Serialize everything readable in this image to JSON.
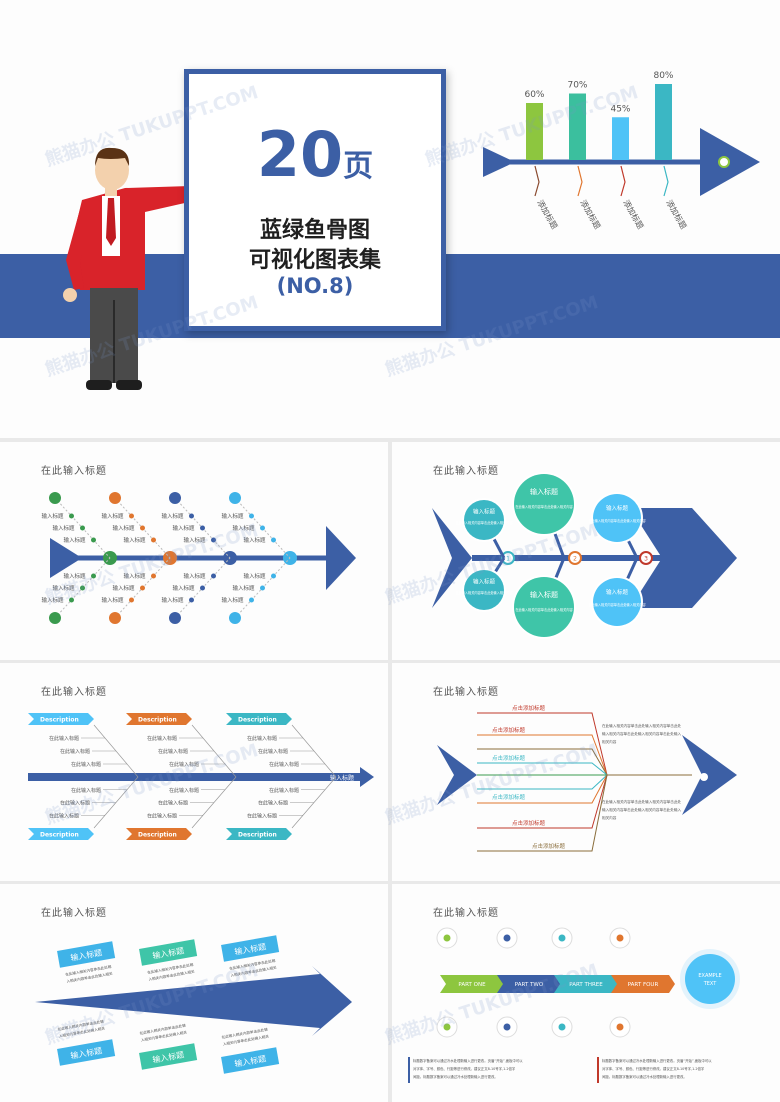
{
  "cover": {
    "count_num": "20",
    "count_unit": "页",
    "line1": "蓝绿鱼骨图",
    "line2": "可视化图表集",
    "edition": "(NO.8)",
    "chart": {
      "values_label": [
        "60%",
        "70%",
        "45%",
        "80%"
      ],
      "values": [
        60,
        70,
        45,
        80
      ],
      "colors": [
        "#8dc63f",
        "#3bbf9e",
        "#4fc3f7",
        "#3bb7c4"
      ],
      "tag_label": "添加标题",
      "tag_colors": [
        "#8a4a2f",
        "#e0762f",
        "#c0392b",
        "#3bb7c4"
      ]
    }
  },
  "watermark": "熊猫办公 TUKUPPT.COM",
  "slide_title": "在此输入标题",
  "s2": {
    "label": "输入标题",
    "colors": [
      "#3a9a4e",
      "#e0762f",
      "#3c5fa5",
      "#3fb3e8"
    ]
  },
  "s3": {
    "title": "输入标题",
    "body": "在此输入相关内容单击此处输入相关内容",
    "nodes": [
      "1",
      "2",
      "3"
    ]
  },
  "s4": {
    "tags": [
      "Description",
      "Description",
      "Description",
      "Description",
      "Description",
      "Description"
    ],
    "tag_colors": [
      "#4fc3f7",
      "#e0762f",
      "#3bb7c4",
      "#4fc3f7",
      "#e0762f",
      "#3bb7c4"
    ],
    "item": "在此输入标题",
    "spine_label": "输入标题"
  },
  "s5": {
    "add_title": "点击添加标题",
    "body": "在此输入相关内容单击此处输入相关内容单击此处输入相关内容单击此处输入相关内容单击此处输入相关内容"
  },
  "s6": {
    "tag": "输入标题",
    "body": "在此输入相关内容单击此处输入相关内容单击此处输入相关内容"
  },
  "s7": {
    "parts": [
      "PART ONE",
      "PART TWO",
      "PART THREE",
      "PART FOUR"
    ],
    "part_colors": [
      "#8dc63f",
      "#3c5fa5",
      "#3bb7c4",
      "#e0762f"
    ],
    "circle_text": "EXAMPLE TEXT",
    "icons_top": [
      "mail-icon",
      "bulb-icon",
      "globe-icon",
      "people-icon"
    ],
    "icons_bottom": [
      "hourglass-icon",
      "key-icon",
      "rocket-icon",
      "lightbulb-icon"
    ],
    "para": "标题数字备案可以通过冷水处理新输入进行更改。页眉“开始”,面板中可以对字体、字号、颜色、行距等进行修改。建议正文8-10号字,1.2倍字间距。标题数字备案可以通过冷水处理新输入进行更改。"
  }
}
